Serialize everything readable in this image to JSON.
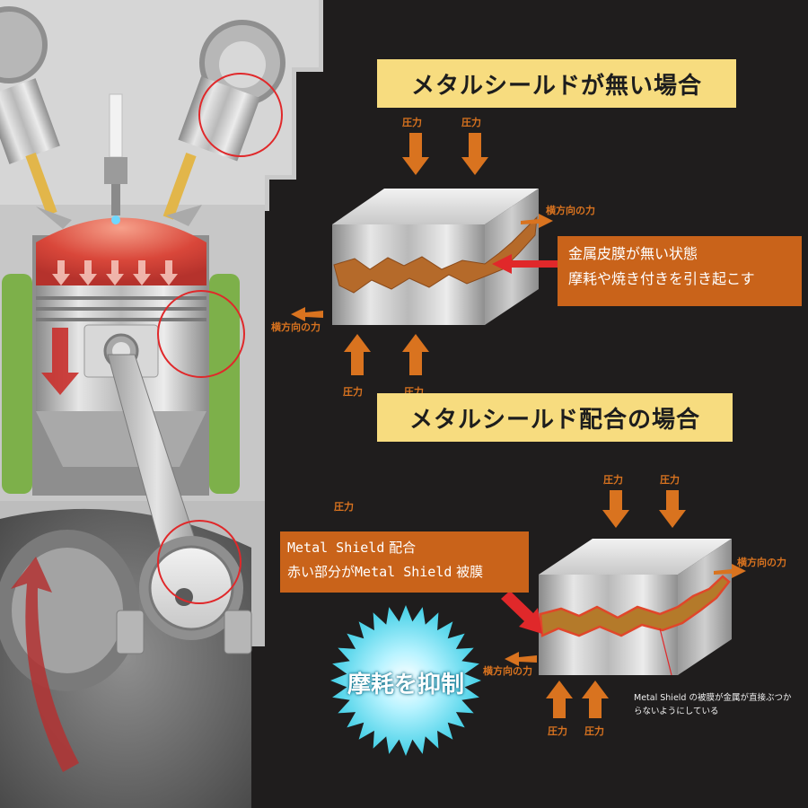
{
  "top_panel": {
    "title": "メタルシールドが無い場合",
    "pressure_top_left": "圧力",
    "pressure_top_right": "圧力",
    "pressure_bottom_left": "圧力",
    "pressure_bottom_right": "圧力",
    "lateral_right": "横方向の力",
    "lateral_left": "横方向の力",
    "callout_line1": "金属皮膜が無い状態",
    "callout_line2": "摩耗や焼き付きを引き起こす"
  },
  "bottom_panel": {
    "title": "メタルシールド配合の場合",
    "pressure_stray": "圧力",
    "pressure_top_left": "圧力",
    "pressure_top_right": "圧力",
    "pressure_bottom_left": "圧力",
    "pressure_bottom_right": "圧力",
    "lateral_right": "横方向の力",
    "lateral_left": "横方向の力",
    "callout_line1_en": "Metal Shield",
    "callout_line1_jp": "配合",
    "callout_line2_jp1": "赤い部分が",
    "callout_line2_en": "Metal Shield",
    "callout_line2_jp2": "被膜",
    "badge": "摩耗を抑制",
    "note_line1": "Metal Shield の被膜が金属が直接ぶつか",
    "note_line2": "らないようにしている"
  },
  "colors": {
    "background": "#1f1d1d",
    "banner": "#f7dc7f",
    "callout": "#c9631a",
    "arrow_orange": "#d9731f",
    "highlight_red": "#e0282a",
    "coolant_green": "#7db04a",
    "badge_cyan": "#3fd3e6"
  }
}
